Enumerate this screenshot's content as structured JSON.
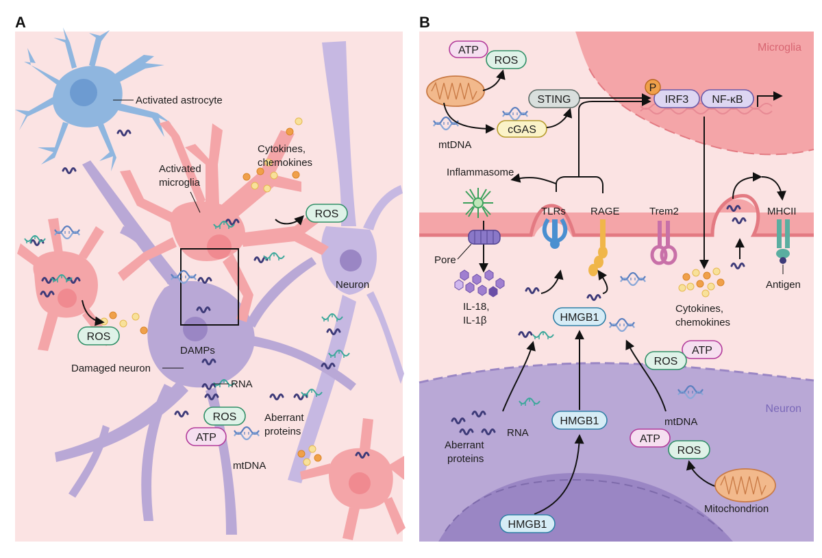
{
  "panels": {
    "a": {
      "letter": "A",
      "labels": {
        "activated_astrocyte": "Activated astrocyte",
        "cytokines": "Cytokines,",
        "chemokines": "chemokines",
        "activated": "Activated",
        "microglia": "microglia",
        "ros_right": "ROS",
        "neuron": "Neuron",
        "ros_left": "ROS",
        "damps": "DAMPs",
        "damaged_neuron": "Damaged neuron",
        "rna": "RNA",
        "ros_bottom": "ROS",
        "atp_bottom": "ATP",
        "aberrant": "Aberrant",
        "proteins": "proteins",
        "mtdna": "mtDNA"
      }
    },
    "b": {
      "letter": "B",
      "labels": {
        "microglia_region": "Microglia",
        "neuron_region": "Neuron",
        "atp_top": "ATP",
        "ros_top": "ROS",
        "sting": "STING",
        "p": "P",
        "irf3": "IRF3",
        "nfkb": "NF-κB",
        "cgas": "cGAS",
        "mtdna_top": "mtDNA",
        "inflammasome": "Inflammasome",
        "tlrs": "TLRs",
        "rage": "RAGE",
        "trem2": "Trem2",
        "mhcii": "MHCII",
        "pore": "Pore",
        "il18": "IL-18,",
        "il1b": "IL-1β",
        "hmgb1_mid": "HMGB1",
        "cytokines": "Cytokines,",
        "chemokines": "chemokines",
        "antigen": "Antigen",
        "ros_mid": "ROS",
        "atp_mid": "ATP",
        "rna": "RNA",
        "aberrant": "Aberrant",
        "proteins": "proteins",
        "hmgb1_neuron": "HMGB1",
        "mtdna_neuron": "mtDNA",
        "atp_neuron": "ATP",
        "ros_neuron": "ROS",
        "mitochondrion": "Mitochondrion",
        "hmgb1_bottom": "HMGB1"
      }
    }
  },
  "colors": {
    "panel_bg": "#fbe3e3",
    "microglia": "#f4a5a8",
    "astrocyte": "#8fb6df",
    "neuron": "#b9a8d6",
    "neuron_dark": "#9a86c4",
    "ros_fill": "#dff2e8",
    "ros_stroke": "#2f8f66",
    "atp_fill": "#f6dff0",
    "atp_stroke": "#b23a9a",
    "hmgb1_fill": "#d6ecf6",
    "hmgb1_stroke": "#2f7fa6",
    "protein": "#3d3a78",
    "rna": "#3aa79a",
    "dna": "#6c8fc9",
    "cytokine_orange": "#f0a04a",
    "cytokine_yellow": "#f8e19a"
  }
}
